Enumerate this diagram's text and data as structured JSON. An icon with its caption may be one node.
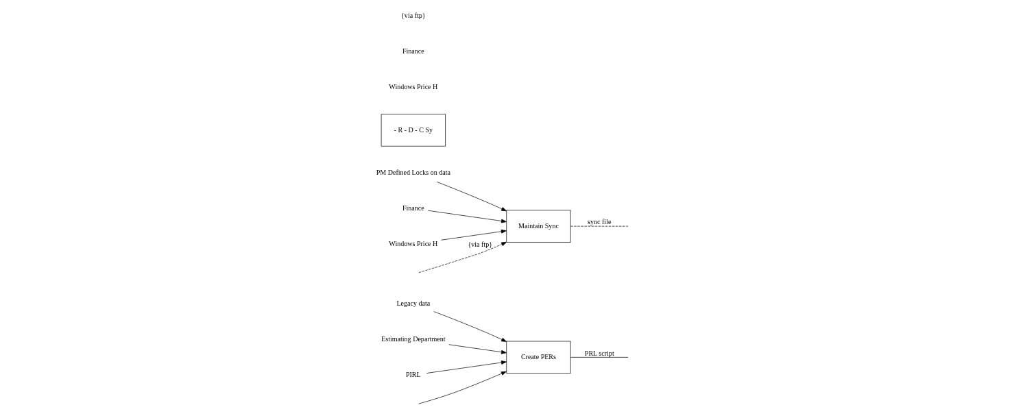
{
  "diagram": {
    "nodes": [
      {
        "text": [
          "Create PERs"
        ]
      },
      {
        "text": [
          "Maintain Sync"
        ]
      },
      {
        "text": [
          "Legacy data"
        ]
      },
      {
        "text": [
          "Estimating Department"
        ]
      },
      {
        "text": [
          "PIRL"
        ]
      },
      {
        "text": [
          "PM Defined Locks on data"
        ]
      },
      {
        "text": [
          "Finance"
        ]
      },
      {
        "text": [
          "Windows Price H"
        ]
      },
      {
        "text": [
          "- R - D - C Sy"
        ]
      }
    ],
    "edges": [
      {
        "from": null,
        "to": 0,
        "arrow": "to"
      },
      {
        "from": 2,
        "to": 0,
        "arrow": "to"
      },
      {
        "from": 3,
        "to": 0,
        "arrow": "to"
      },
      {
        "from": 4,
        "to": 0,
        "arrow": "to"
      },
      {
        "from": 0,
        "to": null,
        "arrow": "none",
        "label": "PRL script"
      },
      {
        "from": 5,
        "to": 1,
        "arrow": "to"
      },
      {
        "from": 6,
        "to": 1,
        "arrow": "to"
      },
      {
        "from": 7,
        "to": 1,
        "arrow": "to"
      },
      {
        "from": null,
        "to": 1,
        "arrow": "to",
        "label": "{via ftp}",
        "style": "dashed"
      },
      {
        "from": 1,
        "to": null,
        "arrow": "none",
        "label": "sync file",
        "style": "dashed"
      }
    ],
    "labels": [
      "Windows Price H",
      "Finance",
      "{via ftp}"
    ]
  }
}
